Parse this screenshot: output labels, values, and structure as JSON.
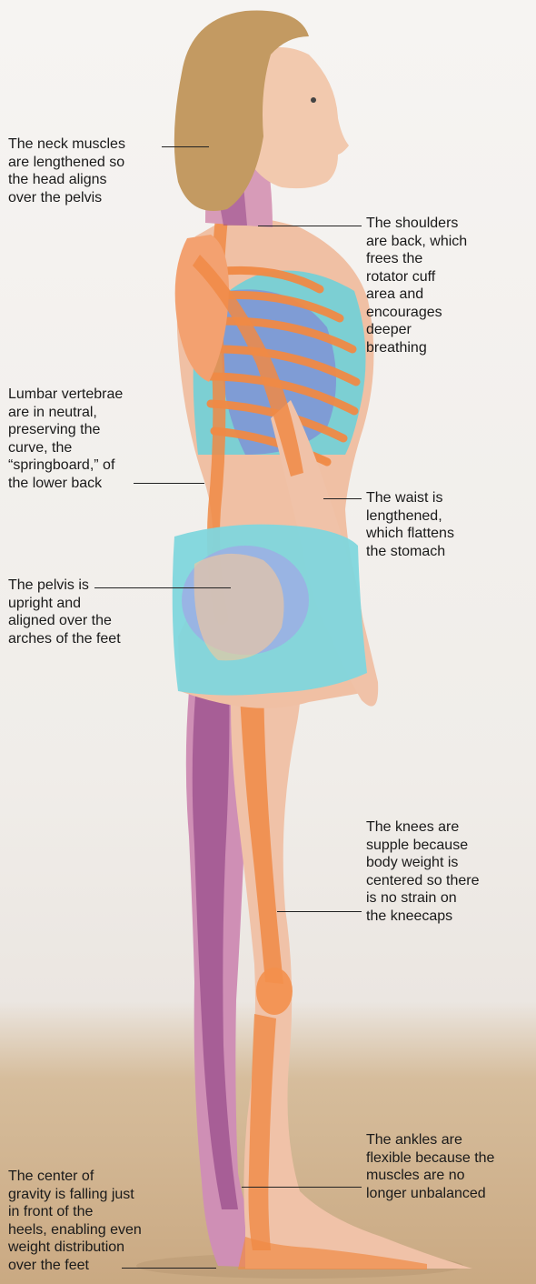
{
  "colors": {
    "background": "#f2efec",
    "floor": "#d2b48f",
    "skin": "#efc1a6",
    "hair": "#c39a62",
    "bone": "#f08a45",
    "muscle": "#9a4d8c",
    "organ_blue": "#7f8fd6",
    "top": "#6fd0d8",
    "shorts": "#7fd6dd"
  },
  "annotations": [
    {
      "key": "neck",
      "text": "The neck muscles\nare lengthened so\nthe head aligns\nover the pelvis"
    },
    {
      "key": "shoulders",
      "text": "The shoulders\nare back, which\nfrees the\nrotator cuff\narea and\nencourages\ndeeper\nbreathing"
    },
    {
      "key": "lumbar",
      "text": "Lumbar vertebrae\nare in neutral,\npreserving the\ncurve, the\n“springboard,” of\nthe lower back"
    },
    {
      "key": "waist",
      "text": "The waist is\nlengthened,\nwhich flattens\nthe stomach"
    },
    {
      "key": "pelvis",
      "text": "The pelvis is\nupright and\naligned over the\narches of the feet"
    },
    {
      "key": "knees",
      "text": "The knees are\nsupple because\nbody weight is\ncentered so there\nis no strain on\nthe kneecaps"
    },
    {
      "key": "ankles",
      "text": "The ankles are\nflexible because the\nmuscles are no\nlonger unbalanced"
    },
    {
      "key": "gravity",
      "text": "The center of\ngravity is falling just\nin front of the\nheels, enabling even\nweight distribution\nover the feet"
    }
  ]
}
